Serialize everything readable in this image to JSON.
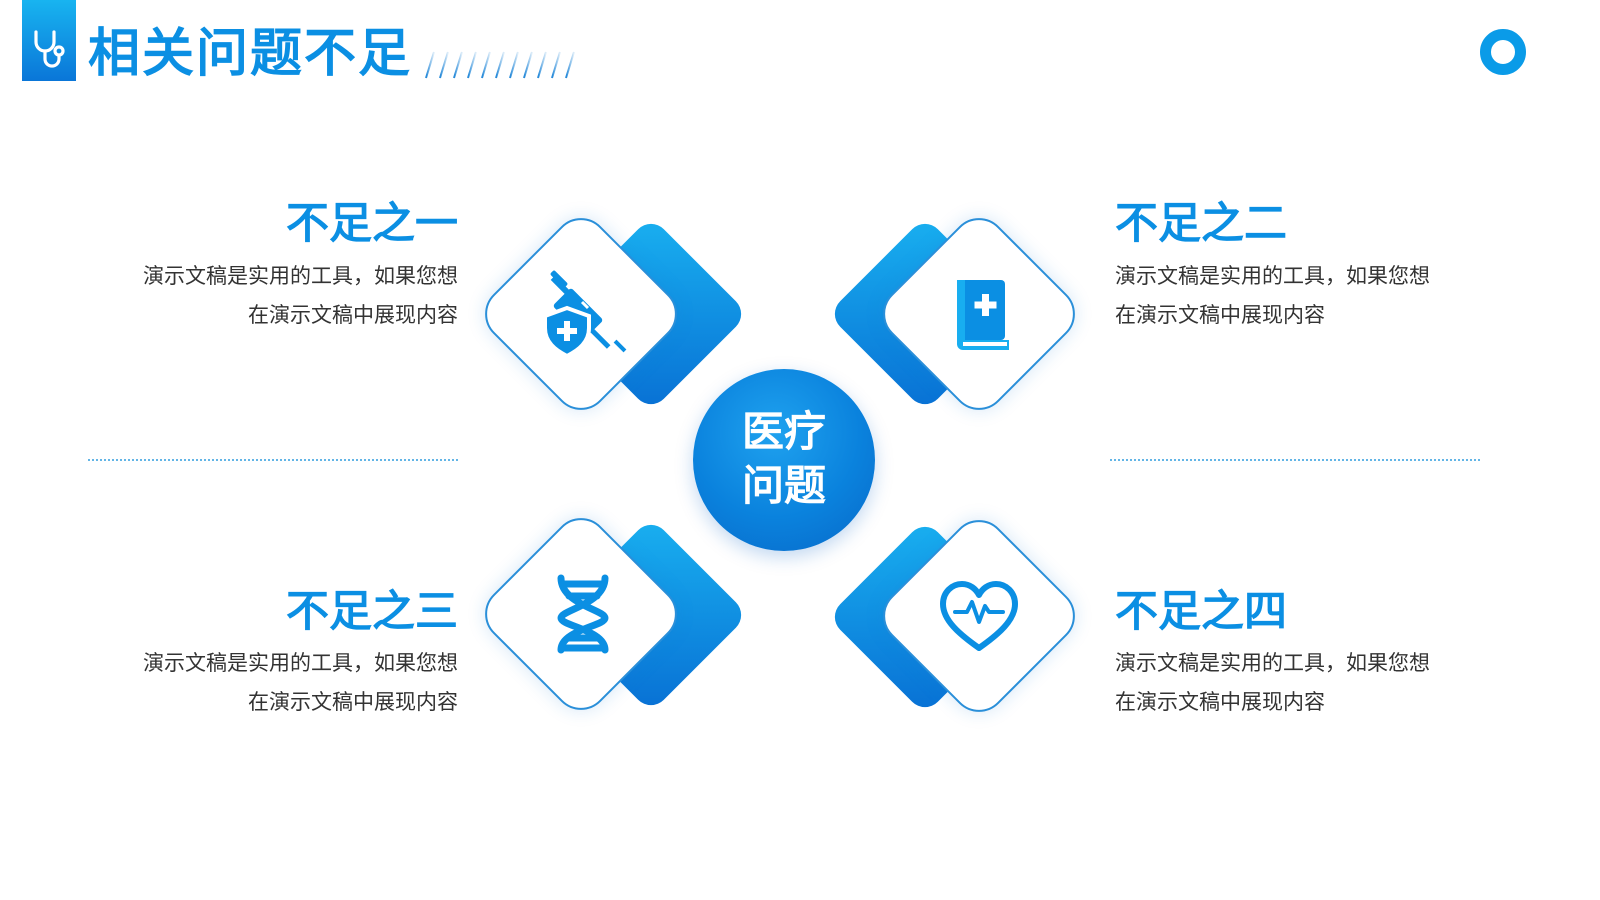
{
  "header": {
    "title": "相关问题不足"
  },
  "center": {
    "line1": "医疗",
    "line2": "问题"
  },
  "items": [
    {
      "title": "不足之一",
      "desc_line1": "演示文稿是实用的工具，如果您想",
      "desc_line2": "在演示文稿中展现内容",
      "icon": "syringe-shield-icon"
    },
    {
      "title": "不足之二",
      "desc_line1": "演示文稿是实用的工具，如果您想",
      "desc_line2": "在演示文稿中展现内容",
      "icon": "medical-book-icon"
    },
    {
      "title": "不足之三",
      "desc_line1": "演示文稿是实用的工具，如果您想",
      "desc_line2": "在演示文稿中展现内容",
      "icon": "dna-icon"
    },
    {
      "title": "不足之四",
      "desc_line1": "演示文稿是实用的工具，如果您想",
      "desc_line2": "在演示文稿中展现内容",
      "icon": "heart-pulse-icon"
    }
  ],
  "colors": {
    "accent": "#0b8fe3",
    "accent_dark": "#0870d4",
    "text": "#333333"
  }
}
